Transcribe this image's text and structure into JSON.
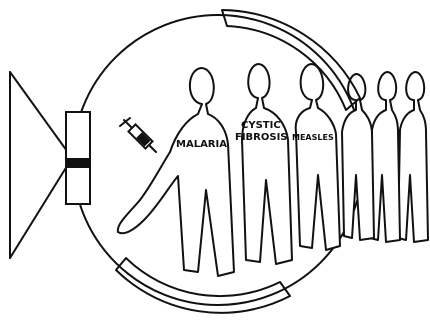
{
  "figures": [
    {
      "label_lines": [
        "MALARIA"
      ]
    },
    {
      "label_lines": [
        "CYSTIC",
        "FIBROSIS"
      ]
    },
    {
      "label_lines": [
        "MEASLES"
      ]
    }
  ],
  "icons": [
    "syringe-icon",
    "projector-cone-icon"
  ],
  "colors": {
    "ink": "#111111",
    "paper": "#ffffff"
  }
}
